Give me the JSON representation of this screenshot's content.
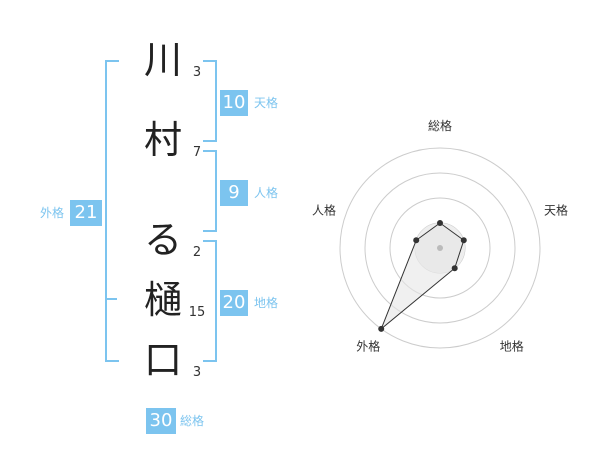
{
  "name_chars": [
    {
      "char": "川",
      "strokes": "3"
    },
    {
      "char": "村",
      "strokes": "7"
    },
    {
      "char": "る",
      "strokes": "2"
    },
    {
      "char": "樋",
      "strokes": "15"
    },
    {
      "char": "口",
      "strokes": "3"
    }
  ],
  "scores": {
    "tenkaku": {
      "value": "10",
      "label": "天格"
    },
    "jinkaku": {
      "value": "9",
      "label": "人格"
    },
    "chikaku": {
      "value": "20",
      "label": "地格"
    },
    "gaikaku": {
      "value": "21",
      "label": "外格"
    },
    "soukaku": {
      "value": "30",
      "label": "総格"
    }
  },
  "chart_data": {
    "type": "radar",
    "axes": [
      "総格",
      "天格",
      "地格",
      "外格",
      "人格"
    ],
    "values": [
      1,
      1,
      1,
      4,
      1
    ],
    "rmax": 4,
    "rings": 4
  },
  "colors": {
    "accent": "#7cc4ef",
    "grid": "#cccccc",
    "fill": "#eeeeee",
    "point": "#333333"
  }
}
